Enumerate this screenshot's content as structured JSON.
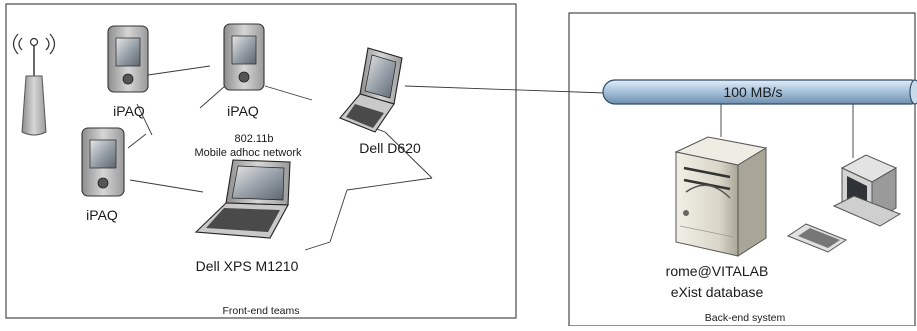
{
  "front_end": {
    "caption": "Front-end teams",
    "network": {
      "line1": "802.11b",
      "line2": "Mobile adhoc network"
    },
    "devices": {
      "ipaq_a": "iPAQ",
      "ipaq_b": "iPAQ",
      "ipaq_c": "iPAQ",
      "dell_d620": "Dell D620",
      "dell_xps": "Dell XPS M1210"
    }
  },
  "back_end": {
    "caption": "Back-end system",
    "bus_label": "100 MB/s",
    "server": {
      "line1": "rome@VITALAB",
      "line2": "eXist database"
    }
  },
  "colors": {
    "bus_fill": "#a9c4dc",
    "bus_stroke": "#2e4a63",
    "device_body": "#b9b9b9",
    "device_dark": "#3c3c3c",
    "screen": "#7f8a94"
  }
}
